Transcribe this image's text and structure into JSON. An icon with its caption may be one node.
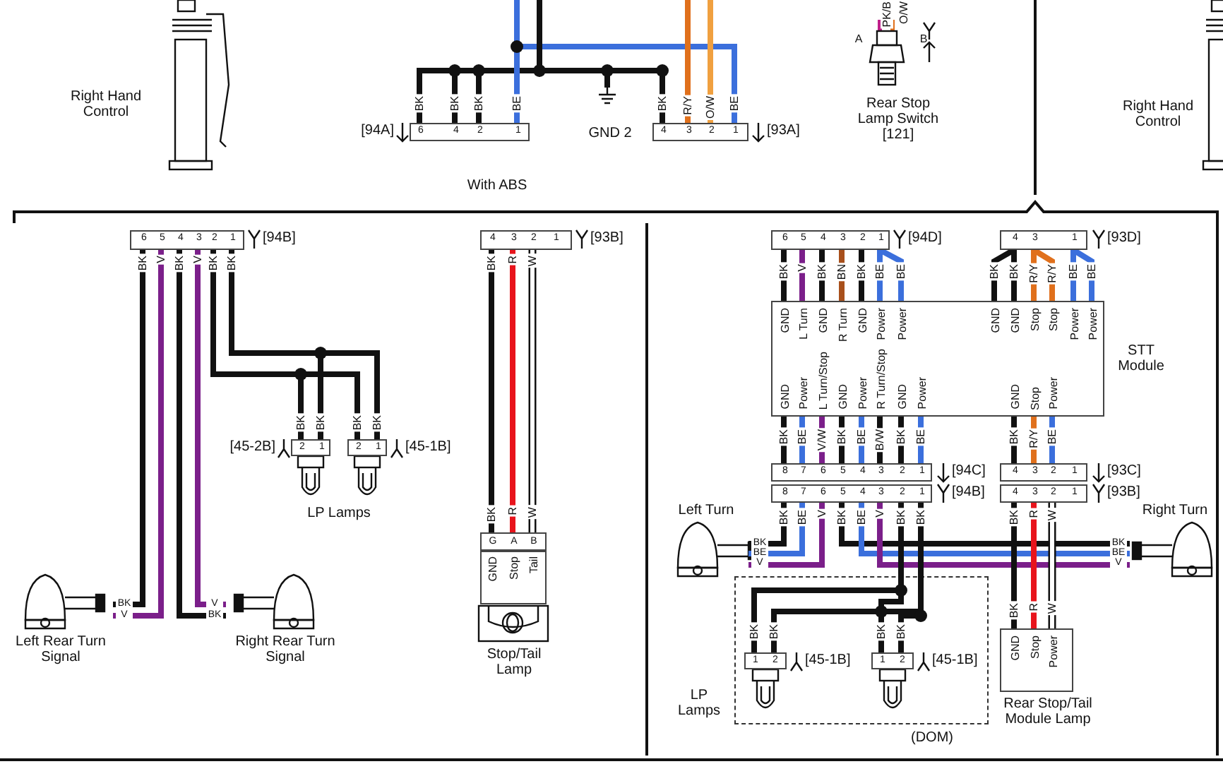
{
  "diagram": {
    "nodes": [
      {
        "text": [
          "Right Hand Control"
        ]
      },
      {
        "text": [
          "6",
          "4",
          "2",
          "1"
        ],
        "beside": [
          "[94A]"
        ]
      },
      {
        "text": [
          "GND 2"
        ]
      },
      {
        "text": [
          "4",
          "3",
          "2",
          "1"
        ],
        "beside": [
          "[93A]"
        ]
      },
      {
        "text": [
          "Rear Stop Lamp Switch [121]"
        ]
      },
      {
        "text": [
          "Right Hand Control"
        ]
      },
      {
        "text": [
          "6",
          "5",
          "4",
          "3",
          "2",
          "1"
        ],
        "beside": [
          "[94B]"
        ]
      },
      {
        "text": [
          "2",
          "1"
        ],
        "beside": [
          "[45-2B]"
        ]
      },
      {
        "text": [
          "2",
          "1"
        ],
        "beside": [
          "[45-1B]"
        ]
      },
      {
        "text": [
          "Left Rear Turn Signal"
        ]
      },
      {
        "text": [
          "Right Rear Turn Signal"
        ]
      },
      {
        "text": [
          "4",
          "3",
          "2",
          "1"
        ],
        "beside": [
          "[93B]"
        ]
      },
      {
        "text": [
          "G",
          "A",
          "B",
          "GND",
          "Stop",
          "Tail",
          "Stop/Tail Lamp"
        ]
      },
      {
        "text": [
          "6",
          "5",
          "4",
          "3",
          "2",
          "1"
        ],
        "beside": [
          "[94D]"
        ]
      },
      {
        "text": [
          "4",
          "3",
          "1"
        ],
        "beside": [
          "[93D]"
        ]
      },
      {
        "text": [
          "GND",
          "L Turn",
          "GND",
          "R Turn",
          "GND",
          "Power",
          "Power",
          "GND",
          "GND",
          "Stop",
          "Stop",
          "Power",
          "Power",
          "GND",
          "Power",
          "L Turn/Stop",
          "GND",
          "Power",
          "R Turn/Stop",
          "GND",
          "Power",
          "GND",
          "Stop",
          "Power",
          "STT Module"
        ]
      },
      {
        "text": [
          "8",
          "7",
          "6",
          "5",
          "4",
          "3",
          "2",
          "1"
        ],
        "beside": [
          "[94C]"
        ]
      },
      {
        "text": [
          "4",
          "3",
          "2",
          "1"
        ],
        "beside": [
          "[93C]"
        ]
      },
      {
        "text": [
          "8",
          "7",
          "6",
          "5",
          "4",
          "3",
          "2",
          "1"
        ],
        "beside": [
          "[94B]"
        ]
      },
      {
        "text": [
          "4",
          "3",
          "2",
          "1"
        ],
        "beside": [
          "[93B]"
        ]
      },
      {
        "text": [
          "Left Turn"
        ]
      },
      {
        "text": [
          "Right Turn"
        ]
      },
      {
        "text": [
          "LP Lamps"
        ]
      },
      {
        "text": [
          "1",
          "2"
        ],
        "beside": [
          "[45-1B]"
        ],
        "in": 22
      },
      {
        "text": [
          "1",
          "2"
        ],
        "beside": [
          "[45-1B]"
        ],
        "in": 22
      },
      {
        "text": [
          "GND",
          "Stop",
          "Power",
          "Rear Stop/Tail Module Lamp"
        ]
      }
    ],
    "edges": [
      {
        "from": 1,
        "to": 2,
        "arrow": "none"
      },
      {
        "from": 3,
        "to": 2,
        "arrow": "none"
      },
      {
        "from": 1,
        "to": 3,
        "arrow": "none",
        "color": "#3b6fdc"
      },
      {
        "from": null,
        "to": 1,
        "arrow": "none"
      },
      {
        "from": 1,
        "to": null,
        "arrow": "none",
        "color": "#3b6fdc"
      },
      {
        "from": 3,
        "to": null,
        "arrow": "none",
        "color": "#e0701c"
      },
      {
        "from": 3,
        "to": null,
        "arrow": "none",
        "color": "#f0a040"
      },
      {
        "from": 6,
        "to": 9,
        "arrow": "none"
      },
      {
        "from": 6,
        "to": 9,
        "arrow": "none",
        "color": "#7b1f8a"
      },
      {
        "from": 6,
        "to": 10,
        "arrow": "none"
      },
      {
        "from": 6,
        "to": 10,
        "arrow": "none",
        "color": "#7b1f8a"
      },
      {
        "from": 6,
        "to": 7,
        "arrow": "none"
      },
      {
        "from": 6,
        "to": 8,
        "arrow": "none"
      },
      {
        "from": 6,
        "to": 7,
        "arrow": "none"
      },
      {
        "from": 6,
        "to": 8,
        "arrow": "none"
      },
      {
        "from": 11,
        "to": 12,
        "arrow": "none"
      },
      {
        "from": 11,
        "to": 12,
        "arrow": "none",
        "color": "#e8141c"
      },
      {
        "from": 11,
        "to": 12,
        "arrow": "none",
        "color": "#ffffff"
      },
      {
        "from": 13,
        "to": 15,
        "arrow": "none"
      },
      {
        "from": 13,
        "to": 15,
        "arrow": "none",
        "color": "#7b1f8a"
      },
      {
        "from": 13,
        "to": 15,
        "arrow": "none"
      },
      {
        "from": 13,
        "to": 15,
        "arrow": "none",
        "color": "#a8501c"
      },
      {
        "from": 13,
        "to": 15,
        "arrow": "none"
      },
      {
        "from": 13,
        "to": 15,
        "arrow": "none",
        "color": "#3b6fdc"
      },
      {
        "from": 13,
        "to": 15,
        "arrow": "none",
        "color": "#3b6fdc"
      },
      {
        "from": 14,
        "to": 15,
        "arrow": "none"
      },
      {
        "from": 14,
        "to": 15,
        "arrow": "none"
      },
      {
        "from": 14,
        "to": 15,
        "arrow": "none",
        "color": "#e0701c"
      },
      {
        "from": 14,
        "to": 15,
        "arrow": "none",
        "color": "#e0701c"
      },
      {
        "from": 14,
        "to": 15,
        "arrow": "none",
        "color": "#3b6fdc"
      },
      {
        "from": 14,
        "to": 15,
        "arrow": "none",
        "color": "#3b6fdc"
      },
      {
        "from": 15,
        "to": 16,
        "arrow": "none"
      },
      {
        "from": 15,
        "to": 16,
        "arrow": "none",
        "color": "#3b6fdc"
      },
      {
        "from": 15,
        "to": 16,
        "arrow": "none",
        "color": "#7b1f8a"
      },
      {
        "from": 15,
        "to": 16,
        "arrow": "none"
      },
      {
        "from": 15,
        "to": 16,
        "arrow": "none",
        "color": "#3b6fdc"
      },
      {
        "from": 15,
        "to": 16,
        "arrow": "none"
      },
      {
        "from": 15,
        "to": 16,
        "arrow": "none"
      },
      {
        "from": 15,
        "to": 16,
        "arrow": "none",
        "color": "#3b6fdc"
      },
      {
        "from": 15,
        "to": 17,
        "arrow": "none"
      },
      {
        "from": 15,
        "to": 17,
        "arrow": "none",
        "color": "#e0701c"
      },
      {
        "from": 15,
        "to": 17,
        "arrow": "none",
        "color": "#3b6fdc"
      },
      {
        "from": 18,
        "to": 20,
        "arrow": "none"
      },
      {
        "from": 18,
        "to": 20,
        "arrow": "none",
        "color": "#3b6fdc"
      },
      {
        "from": 18,
        "to": 20,
        "arrow": "none",
        "color": "#7b1f8a"
      },
      {
        "from": 18,
        "to": 21,
        "arrow": "none"
      },
      {
        "from": 18,
        "to": 21,
        "arrow": "none",
        "color": "#3b6fdc"
      },
      {
        "from": 18,
        "to": 21,
        "arrow": "none",
        "color": "#7b1f8a"
      },
      {
        "from": 18,
        "to": 23,
        "arrow": "none"
      },
      {
        "from": 18,
        "to": 24,
        "arrow": "none"
      },
      {
        "from": 18,
        "to": 23,
        "arrow": "none"
      },
      {
        "from": 18,
        "to": 24,
        "arrow": "none"
      },
      {
        "from": 19,
        "to": 25,
        "arrow": "none"
      },
      {
        "from": 19,
        "to": 25,
        "arrow": "none",
        "color": "#e8141c"
      },
      {
        "from": 19,
        "to": 25,
        "arrow": "none",
        "color": "#ffffff"
      }
    ],
    "labels": [
      "PK/B",
      "O/W",
      "A",
      "B",
      "BK",
      "BK",
      "BK",
      "BE",
      "BK",
      "R/Y",
      "O/W",
      "BE",
      "With ABS",
      "BK",
      "V",
      "BK",
      "V",
      "BK",
      "BK",
      "BK",
      "BK",
      "BK",
      "BK",
      "LP Lamps",
      "BK",
      "V",
      "V",
      "BK",
      "BK",
      "R",
      "W",
      "BK",
      "R",
      "W",
      "BK",
      "V",
      "BK",
      "BN",
      "BK",
      "BE",
      "BE",
      "BK",
      "BK",
      "R/Y",
      "R/Y",
      "BE",
      "BE",
      "BK",
      "BE",
      "V/W",
      "BK",
      "BE",
      "B/W",
      "BK",
      "BE",
      "BK",
      "R/Y",
      "BE",
      "BK",
      "BE",
      "V",
      "BK",
      "BE",
      "V",
      "BK",
      "BK",
      "BK",
      "R",
      "W",
      "BK",
      "BE",
      "V",
      "BK",
      "BE",
      "V",
      "BK",
      "BK",
      "BK",
      "BK",
      "BK",
      "R",
      "W",
      "(DOM)"
    ]
  }
}
